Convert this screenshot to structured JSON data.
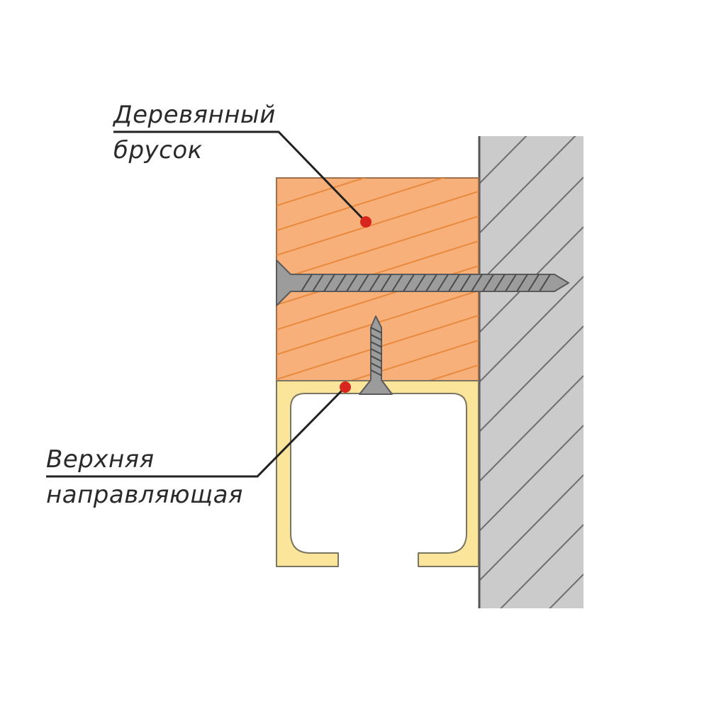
{
  "labels": {
    "wood_block": {
      "line1": "Деревянный",
      "line2": "брусок"
    },
    "top_rail": {
      "line1": "Верхняя",
      "line2": "направляющая"
    }
  },
  "colors": {
    "background": "#ffffff",
    "wood_fill": "#f7b07a",
    "wood_grain": "#e8893e",
    "wood_outline": "#a0704a",
    "rail_fill": "#fbe59a",
    "rail_outline": "#7a7560",
    "wall_fill": "#cbcbcb",
    "wall_hatch": "#6e6e6e",
    "screw_fill": "#9c9c9c",
    "screw_outline": "#5a5a5a",
    "marker_dot": "#d7261e",
    "leader_line": "#222222"
  }
}
